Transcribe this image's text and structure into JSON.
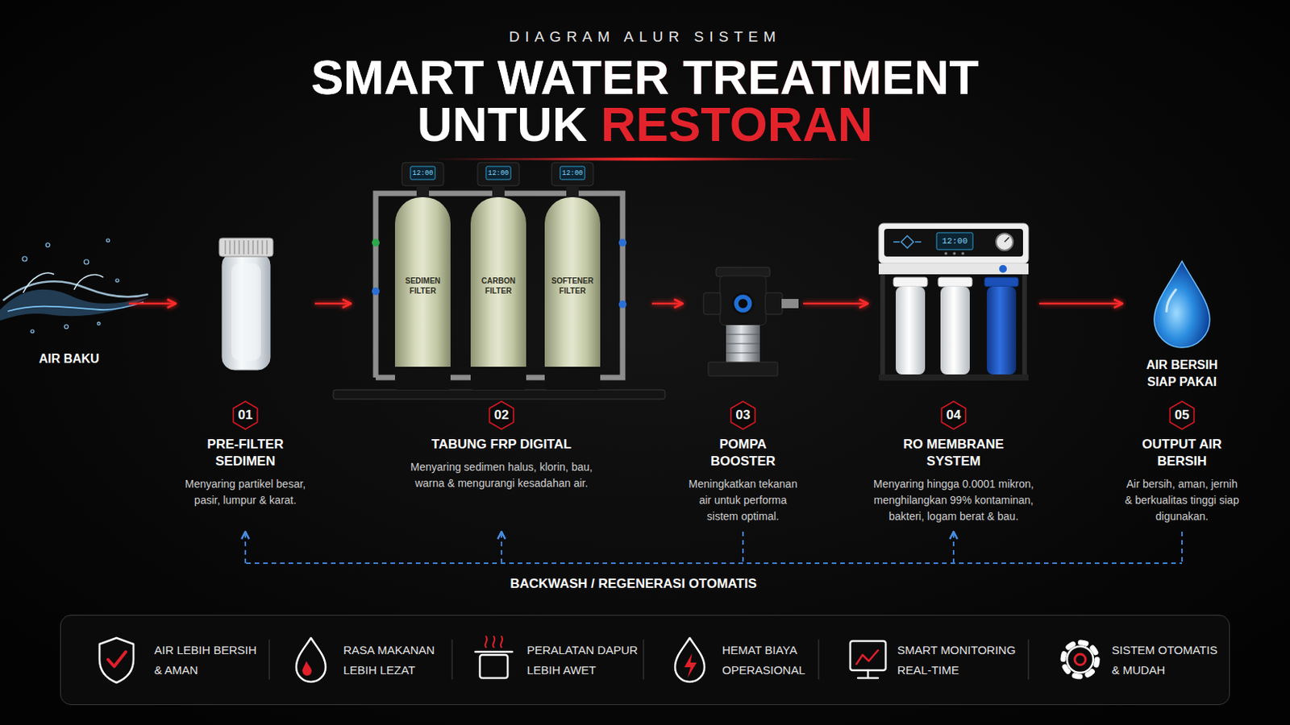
{
  "diagram": {
    "title": "SMART WATER TREATMENT UNTUK RESTORAN",
    "nodes": [
      {
        "text": [
          "AIR BAKU"
        ]
      },
      {
        "text": [
          "01",
          "PRE-FILTER SEDIMEN",
          "Menyaring partikel besar, pasir, lumpur & karat."
        ]
      },
      {
        "text": [
          "02",
          "TABUNG FRP DIGITAL",
          "Menyaring sedimen halus, klorin, bau, warna & mengurangi kesadahan air."
        ]
      },
      {
        "text": [
          "SEDIMEN FILTER"
        ],
        "in": 2
      },
      {
        "text": [
          "CARBON FILTER"
        ],
        "in": 2
      },
      {
        "text": [
          "SOFTENER FILTER"
        ],
        "in": 2
      },
      {
        "text": [
          "03",
          "POMPA BOOSTER",
          "Meningkatkan tekanan air untuk performa sistem optimal."
        ]
      },
      {
        "text": [
          "04",
          "RO MEMBRANE SYSTEM",
          "Menyaring hingga 0.0001 mikron, menghilangkan 99% kontaminan, bakteri, logam berat & bau."
        ]
      },
      {
        "text": [
          "AIR BERSIH SIAP PAKAI",
          "05",
          "OUTPUT AIR BERSIH",
          "Air bersih, aman, jernih & berkualitas tinggi siap digunakan."
        ]
      },
      {
        "text": [
          "AIR LEBIH BERSIH & AMAN",
          "RASA MAKANAN LEBIH LEZAT",
          "PERALATAN DAPUR LEBIH AWET",
          "HEMAT BIAYA OPERASIONAL",
          "SMART MONITORING REAL-TIME",
          "SISTEM OTOMATIS & MUDAH"
        ]
      }
    ],
    "edges": [
      {
        "from": 0,
        "to": 1,
        "arrow": "to"
      },
      {
        "from": 1,
        "to": 2,
        "arrow": "to"
      },
      {
        "from": 2,
        "to": 6,
        "arrow": "to"
      },
      {
        "from": 6,
        "to": 7,
        "arrow": "to"
      },
      {
        "from": 7,
        "to": 8,
        "arrow": "to"
      },
      {
        "from": 6,
        "to": 1,
        "arrow": "to"
      },
      {
        "from": 6,
        "to": 2,
        "arrow": "to"
      },
      {
        "from": 6,
        "to": 7,
        "arrow": "to"
      },
      {
        "from": 8,
        "to": 1,
        "arrow": "to"
      },
      {
        "from": 8,
        "to": 2,
        "arrow": "to"
      },
      {
        "from": 8,
        "to": 7,
        "arrow": "to"
      }
    ],
    "labels": [
      "DIAGRAM ALUR SISTEM",
      "12:00",
      "12:00",
      "12:00",
      "12:00",
      "BACKWASH / REGENERASI OTOMATIS"
    ]
  }
}
